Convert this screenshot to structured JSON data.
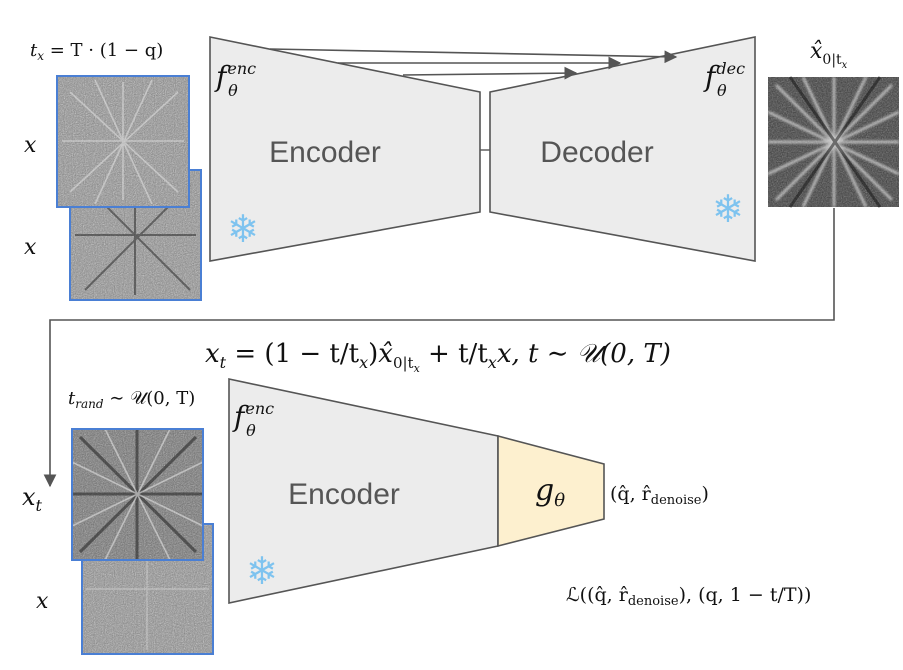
{
  "top": {
    "t_x_label": "t",
    "t_x_label_sub": "x",
    "t_x_formula": " = T · (1 − q)",
    "x_label_1": "x",
    "x_label_2": "x",
    "encoder_fn": "f",
    "encoder_fn_sub": "θ",
    "encoder_fn_sup": "enc",
    "encoder_label": "Encoder",
    "decoder_fn": "f",
    "decoder_fn_sub": "θ",
    "decoder_fn_sup": "dec",
    "decoder_label": "Decoder",
    "output_label": "x̂",
    "output_label_sub": "0|t",
    "output_label_subsub": "x"
  },
  "middle": {
    "equation": "x_t = (1 − t/t_x) x̂_{0|t_x} + t/t_x x, t ∼ U(0, T)",
    "eq_parts": {
      "p1": "x",
      "p1_sub": "t",
      "p2": " = (1 − t/t",
      "p2_sub": "x",
      "p3": ")",
      "p4": "x̂",
      "p4_sub": "0|t",
      "p4_subsub": "x",
      "p5": " + t/t",
      "p5_sub": "x",
      "p6": "x, t ∼ 𝒰(0, T)"
    }
  },
  "bottom": {
    "t_rand_label": "t",
    "t_rand_sub": "rand",
    "t_rand_formula": " ∼ 𝒰(0, T)",
    "x_t_label": "x",
    "x_t_sub": "t",
    "x_label": "x",
    "encoder_fn": "f",
    "encoder_fn_sub": "θ",
    "encoder_fn_sup": "enc",
    "encoder_label": "Encoder",
    "head_fn": "g",
    "head_fn_sub": "θ",
    "output": "(q̂, r̂",
    "output_sub": "denoise",
    "output_end": ")",
    "loss_a": "ℒ((q̂, r̂",
    "loss_sub": "denoise",
    "loss_b": "), (q, 1 − t/T))"
  },
  "icons": {
    "snowflake": "❄"
  },
  "colors": {
    "block_fill": "#ececec",
    "block_stroke": "#555555",
    "head_fill": "#fdf0cf",
    "image_border": "#4a7fd4",
    "snowflake": "#7ec3ef"
  }
}
